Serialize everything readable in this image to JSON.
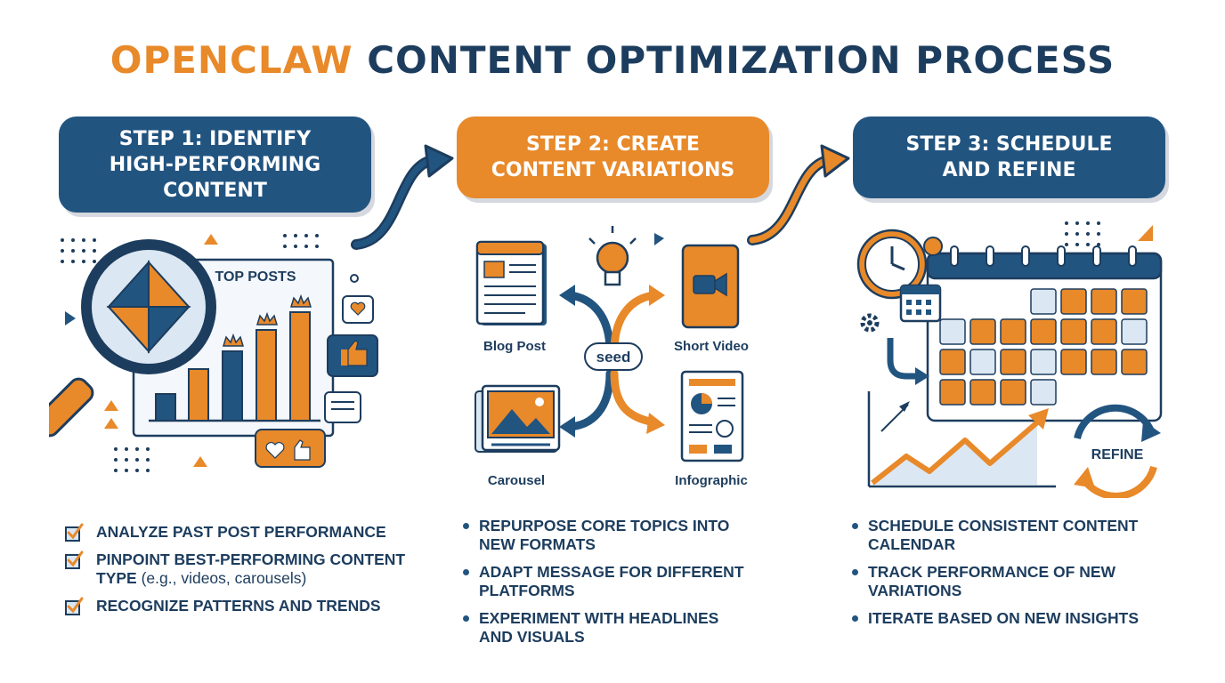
{
  "title": {
    "brand": "OPENCLAW",
    "rest": "CONTENT OPTIMIZATION PROCESS"
  },
  "steps": [
    {
      "heading": "STEP 1: IDENTIFY\nHIGH-PERFORMING\nCONTENT",
      "illustration": {
        "panel_label": "TOP POSTS"
      },
      "items": [
        {
          "text": "ANALYZE PAST POST PERFORMANCE",
          "suffix": ""
        },
        {
          "text": "PINPOINT BEST-PERFORMING CONTENT TYPE",
          "suffix": " (e.g., videos, carousels)"
        },
        {
          "text": "RECOGNIZE PATTERNS AND TRENDS",
          "suffix": ""
        }
      ]
    },
    {
      "heading": "STEP 2: CREATE\nCONTENT VARIATIONS",
      "illustration": {
        "center_label": "seed",
        "formats": [
          "Blog Post",
          "Short Video",
          "Carousel",
          "Infographic"
        ]
      },
      "items": [
        {
          "text": "REPURPOSE CORE TOPICS INTO NEW FORMATS"
        },
        {
          "text": "ADAPT MESSAGE FOR DIFFERENT PLATFORMS"
        },
        {
          "text": "EXPERIMENT WITH HEADLINES AND VISUALS"
        }
      ]
    },
    {
      "heading": "STEP 3: SCHEDULE\nAND REFINE",
      "illustration": {
        "cycle_label": "REFINE"
      },
      "items": [
        {
          "text": "SCHEDULE CONSISTENT CONTENT CALENDAR"
        },
        {
          "text": "TRACK PERFORMANCE OF NEW VARIATIONS"
        },
        {
          "text": "ITERATE BASED ON NEW INSIGHTS"
        }
      ]
    }
  ],
  "colors": {
    "navy": "#225480",
    "orange": "#e8892a",
    "text": "#1d3d5e"
  }
}
